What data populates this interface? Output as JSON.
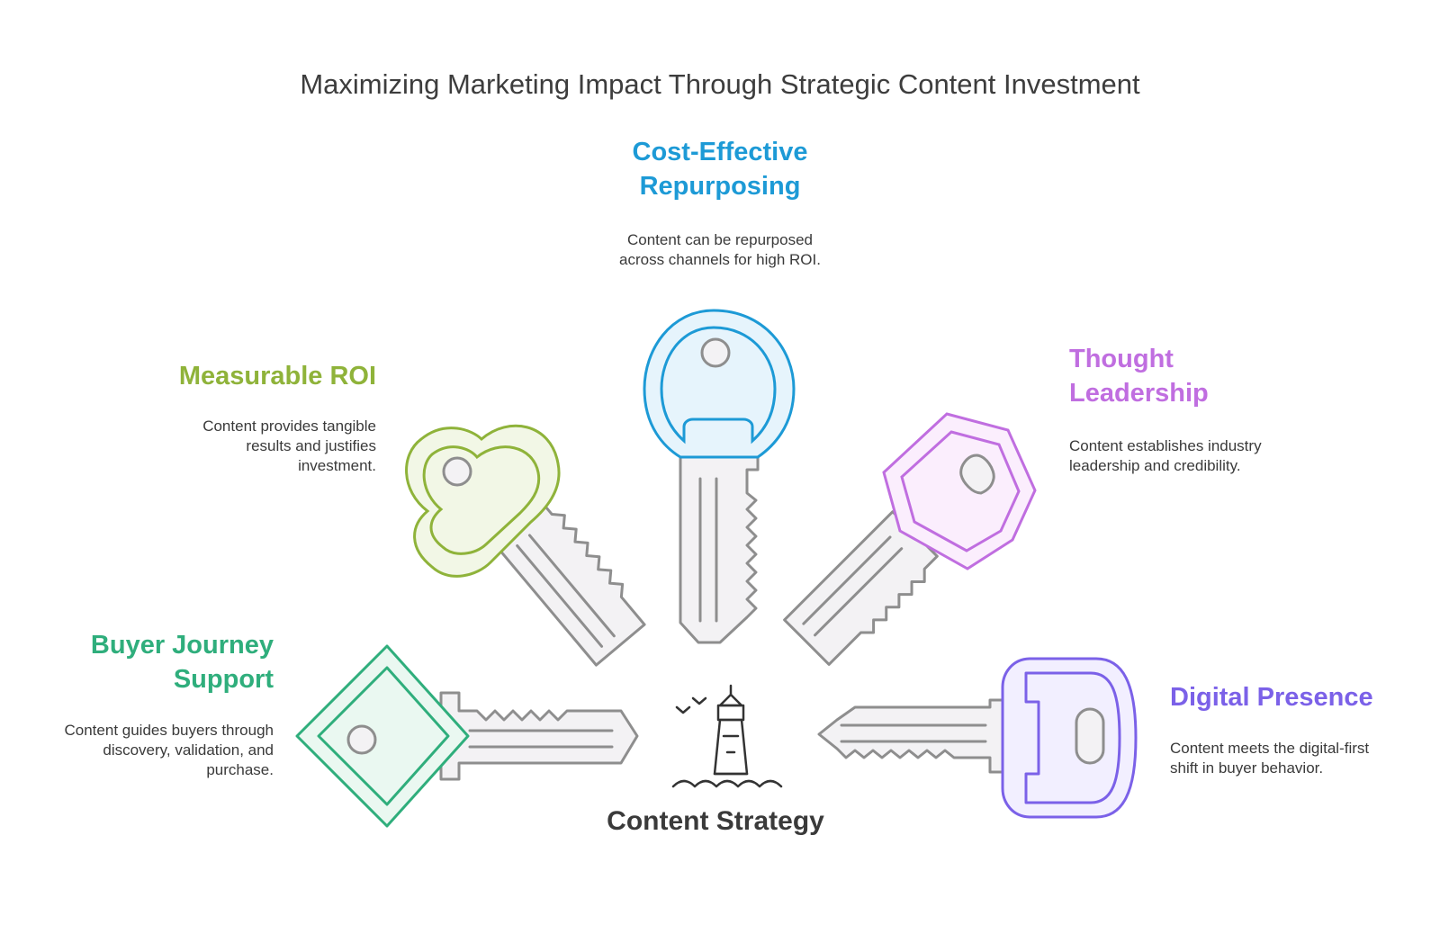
{
  "title": "Maximizing Marketing Impact Through Strategic Content Investment",
  "center": {
    "label": "Content Strategy",
    "icon": "lighthouse-icon"
  },
  "items": [
    {
      "key": "repurposing",
      "heading": "Cost-Effective Repurposing",
      "heading_lines": [
        "Cost-Effective",
        "Repurposing"
      ],
      "description_lines": [
        "Content can be repurposed",
        "across channels for high ROI."
      ],
      "color": "#1d9ad6"
    },
    {
      "key": "roi",
      "heading": "Measurable ROI",
      "heading_lines": [
        "Measurable ROI"
      ],
      "description_lines": [
        "Content provides tangible",
        "results and justifies",
        "investment."
      ],
      "color": "#8fb33a"
    },
    {
      "key": "thought",
      "heading": "Thought Leadership",
      "heading_lines": [
        "Thought",
        "Leadership"
      ],
      "description_lines": [
        "Content establishes industry",
        "leadership and credibility."
      ],
      "color": "#c06ee0"
    },
    {
      "key": "journey",
      "heading": "Buyer Journey Support",
      "heading_lines": [
        "Buyer Journey",
        "Support"
      ],
      "description_lines": [
        "Content guides buyers through",
        "discovery, validation, and",
        "purchase."
      ],
      "color": "#2fae7c"
    },
    {
      "key": "digital",
      "heading": "Digital Presence",
      "heading_lines": [
        "Digital Presence"
      ],
      "description_lines": [
        "Content meets the digital-first",
        "shift in buyer behavior."
      ],
      "color": "#7b61e8"
    }
  ]
}
